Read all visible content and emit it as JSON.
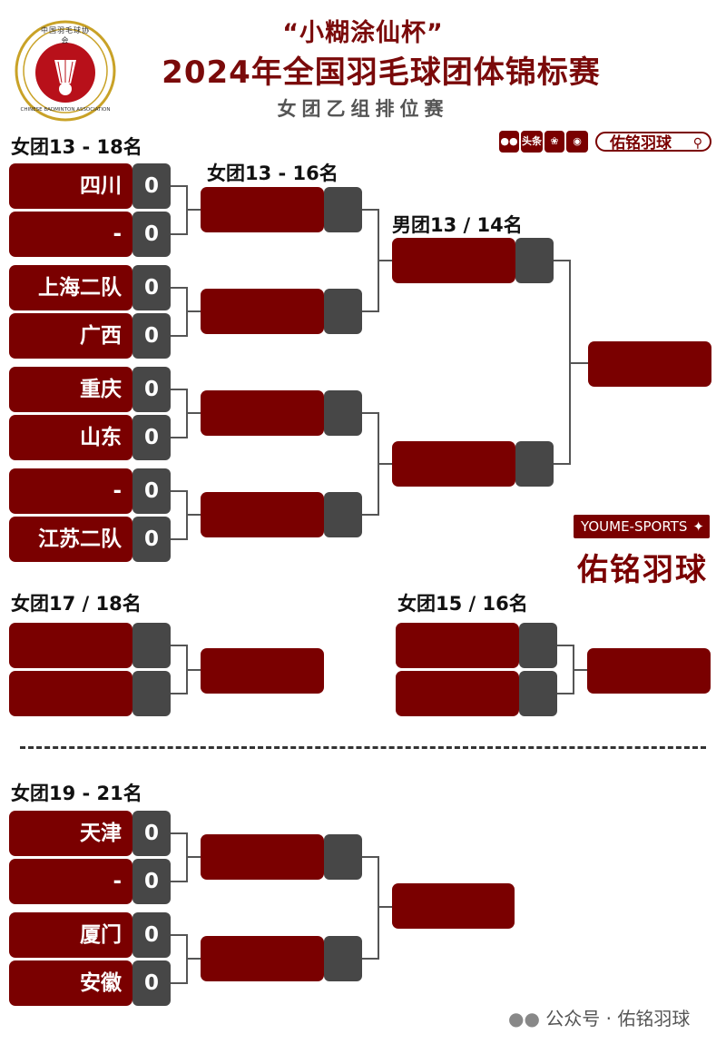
{
  "header": {
    "subtitle": "“小糊涂仙杯”",
    "title": "2024年全国羽毛球团体锦标赛",
    "stage": "女团乙组排位赛"
  },
  "logo": {
    "top_text": "中国羽毛球协会",
    "bottom_text": "CHINESE BADMINTON ASSOCIATION"
  },
  "social": {
    "icons": [
      "wechat-icon",
      "toutiao-icon",
      "paw-icon",
      "weibo-icon"
    ],
    "toutiao_label": "头条",
    "search_label": "佑铭羽球"
  },
  "sections": {
    "s13_18": "女团13 - 18名",
    "s13_16": "女团13 - 16名",
    "s13_14": "男团13 / 14名",
    "s17_18": "女团17 / 18名",
    "s15_16": "女团15 / 16名",
    "s19_21": "女团19 - 21名"
  },
  "bracket_13_18": {
    "teams": [
      {
        "name": "四川",
        "score": "0"
      },
      {
        "name": "-",
        "score": "0"
      },
      {
        "name": "上海二队",
        "score": "0"
      },
      {
        "name": "广西",
        "score": "0"
      },
      {
        "name": "重庆",
        "score": "0"
      },
      {
        "name": "山东",
        "score": "0"
      },
      {
        "name": "-",
        "score": "0"
      },
      {
        "name": "江苏二队",
        "score": "0"
      }
    ]
  },
  "bracket_19_21": {
    "teams": [
      {
        "name": "天津",
        "score": "0"
      },
      {
        "name": "-",
        "score": "0"
      },
      {
        "name": "厦门",
        "score": "0"
      },
      {
        "name": "安徽",
        "score": "0"
      }
    ]
  },
  "brand": {
    "en": "YOUME-SPORTS",
    "cn": "佑铭羽球"
  },
  "footer": {
    "text": "公众号 · 佑铭羽球"
  },
  "colors": {
    "team_bg": "#7a0000",
    "score_bg": "#474747",
    "title": "#7a0a0a"
  }
}
